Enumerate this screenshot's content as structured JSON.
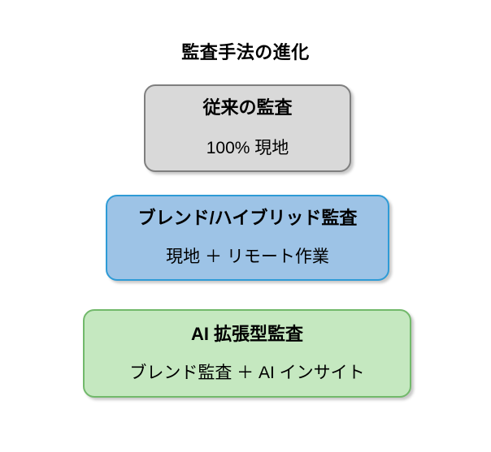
{
  "diagram": {
    "title": "監査手法の進化",
    "type": "progression-stack",
    "background_color": "#FFFFFF",
    "stages": [
      {
        "id": "traditional-audit",
        "title": "従来の監査",
        "subtitle": "100% 現地",
        "fill_color": "#D9D9D9",
        "border_color": "#7F7F7F"
      },
      {
        "id": "blended-hybrid-audit",
        "title": "ブレンド/ハイブリッド監査",
        "subtitle": "現地 ＋ リモート作業",
        "fill_color": "#9DC3E6",
        "border_color": "#2E9BD6"
      },
      {
        "id": "ai-augmented-audit",
        "title": "AI 拡張型監査",
        "subtitle": "ブレンド監査 ＋ AI インサイト",
        "fill_color": "#C5E8C0",
        "border_color": "#72B96B"
      }
    ]
  }
}
